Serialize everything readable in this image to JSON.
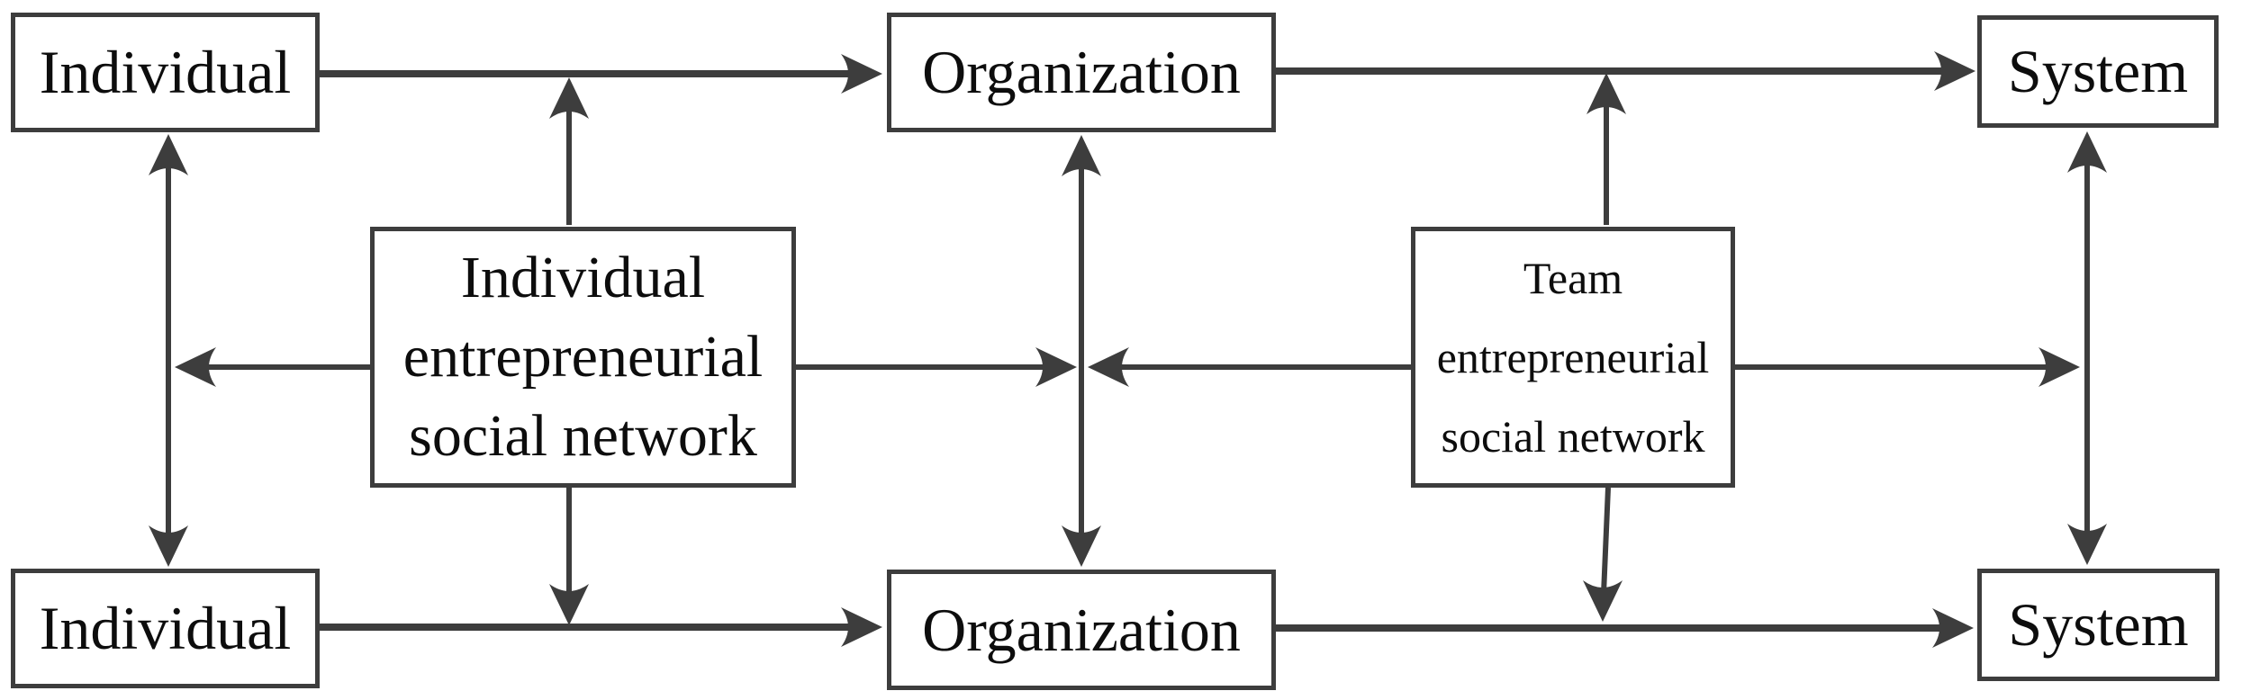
{
  "diagram": {
    "colors": {
      "line": "#3d3d3d",
      "text": "#0d0d0d",
      "background": "#ffffff"
    },
    "nodes": {
      "individual_top": {
        "label": "Individual"
      },
      "organization_top": {
        "label": "Organization"
      },
      "system_top": {
        "label": "System"
      },
      "individual_esn": {
        "lines": [
          "Individual",
          "entrepreneurial",
          "social network"
        ]
      },
      "team_esn": {
        "lines": [
          "Team",
          "entrepreneurial",
          "social network"
        ]
      },
      "individual_bottom": {
        "label": "Individual"
      },
      "organization_bottom": {
        "label": "Organization"
      },
      "system_bottom": {
        "label": "System"
      }
    },
    "edges": [
      {
        "from": "individual_top",
        "to": "organization_top",
        "type": "arrow"
      },
      {
        "from": "organization_top",
        "to": "system_top",
        "type": "arrow"
      },
      {
        "from": "individual_bottom",
        "to": "organization_bottom",
        "type": "arrow"
      },
      {
        "from": "organization_bottom",
        "to": "system_bottom",
        "type": "arrow"
      },
      {
        "from": "individual_top",
        "to": "individual_bottom",
        "type": "double-arrow"
      },
      {
        "from": "organization_top",
        "to": "organization_bottom",
        "type": "double-arrow"
      },
      {
        "from": "system_top",
        "to": "system_bottom",
        "type": "double-arrow"
      },
      {
        "from": "individual_esn",
        "to": "arrow-individual-top-to-organization-top",
        "type": "arrow"
      },
      {
        "from": "individual_esn",
        "to": "double-arrow-individual",
        "type": "arrow"
      },
      {
        "from": "individual_esn",
        "to": "double-arrow-organization",
        "type": "arrow"
      },
      {
        "from": "individual_esn",
        "to": "arrow-individual-bottom-to-organization-bottom",
        "type": "arrow"
      },
      {
        "from": "team_esn",
        "to": "arrow-organization-top-to-system-top",
        "type": "arrow"
      },
      {
        "from": "team_esn",
        "to": "double-arrow-organization",
        "type": "arrow"
      },
      {
        "from": "team_esn",
        "to": "double-arrow-system",
        "type": "arrow"
      },
      {
        "from": "team_esn",
        "to": "arrow-organization-bottom-to-system-bottom",
        "type": "arrow"
      }
    ]
  }
}
